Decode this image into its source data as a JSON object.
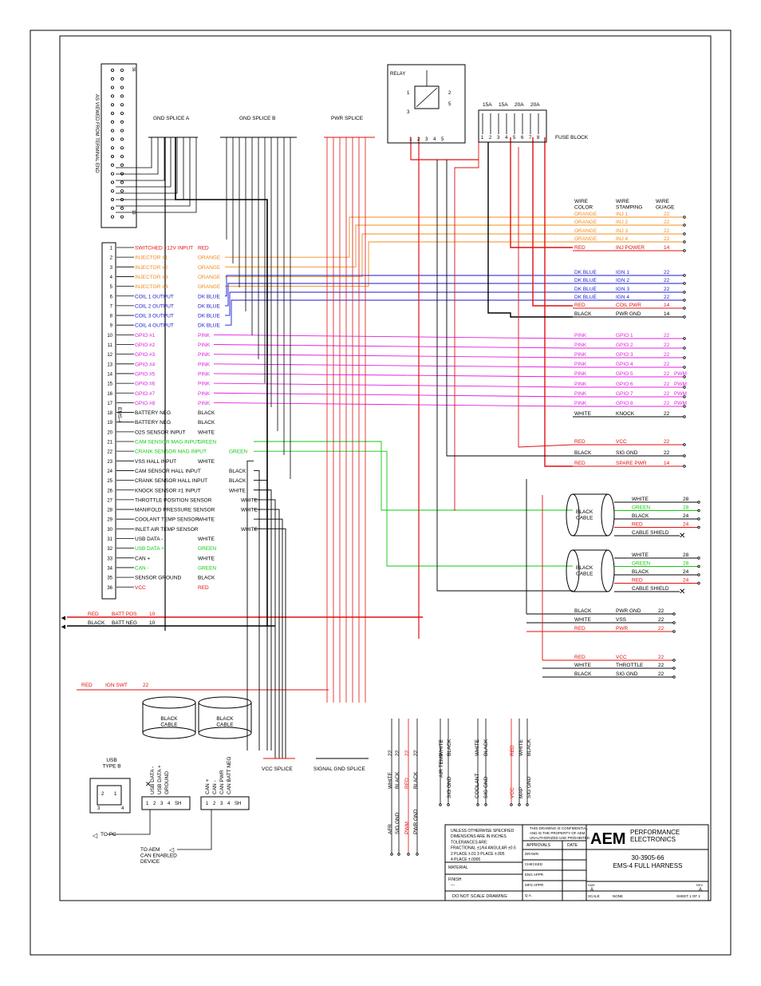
{
  "colors": {
    "orange": "#f08c1e",
    "blue": "#1a1ad0",
    "red": "#e01010",
    "pink": "#e020e0",
    "green": "#10c810",
    "black": "#000000"
  },
  "connector": {
    "label": "AS VIEWED FROM TERMINAL END",
    "left_pins": [
      "1",
      "2",
      "3",
      "4",
      "5",
      "6",
      "7",
      "8",
      "9",
      "10",
      "11",
      "12",
      "13",
      "14",
      "15",
      "16",
      "17",
      "18"
    ],
    "right_pins": [
      "19",
      "20",
      "21",
      "22",
      "23",
      "24",
      "25",
      "26",
      "27",
      "28",
      "29",
      "30",
      "31",
      "32",
      "33",
      "34",
      "35",
      "36"
    ]
  },
  "splices": {
    "gnd_a": "GND SPLICE A",
    "gnd_b": "GND SPLICE B",
    "pwr": "PWR SPLICE",
    "vcc": "VCC SPLICE",
    "signal_gnd": "SIGNAL GND SPLICE"
  },
  "relay": {
    "label": "RELAY",
    "pins": [
      "1",
      "2",
      "3",
      "4",
      "5"
    ],
    "coil_pins": [
      "1",
      "2",
      "3",
      "5"
    ]
  },
  "fuse_block": {
    "label": "FUSE BLOCK",
    "ratings": [
      "15A",
      "15A",
      "20A",
      "20A"
    ],
    "pins": [
      "1",
      "2",
      "3",
      "4",
      "5",
      "6",
      "7",
      "8"
    ]
  },
  "ems_label": "EMS-4",
  "ems_pins": [
    {
      "pin": "1",
      "name": "SWITCHED +12V INPUT",
      "color": "RED",
      "c": "red"
    },
    {
      "pin": "2",
      "name": "INJECTOR #1",
      "color": "ORANGE",
      "c": "orange"
    },
    {
      "pin": "3",
      "name": "INJECTOR #2",
      "color": "ORANGE",
      "c": "orange"
    },
    {
      "pin": "4",
      "name": "INJECTOR #3",
      "color": "ORANGE",
      "c": "orange"
    },
    {
      "pin": "5",
      "name": "INJECTOR #4",
      "color": "ORANGE",
      "c": "orange"
    },
    {
      "pin": "6",
      "name": "COIL 1 OUTPUT",
      "color": "DK BLUE",
      "c": "blue"
    },
    {
      "pin": "7",
      "name": "COIL 2 OUTPUT",
      "color": "DK BLUE",
      "c": "blue"
    },
    {
      "pin": "8",
      "name": "COIL 3 OUTPUT",
      "color": "DK BLUE",
      "c": "blue"
    },
    {
      "pin": "9",
      "name": "COIL 4 OUTPUT",
      "color": "DK BLUE",
      "c": "blue"
    },
    {
      "pin": "10",
      "name": "GPIO #1",
      "color": "PINK",
      "c": "pink"
    },
    {
      "pin": "11",
      "name": "GPIO #2",
      "color": "PINK",
      "c": "pink"
    },
    {
      "pin": "12",
      "name": "GPIO #3",
      "color": "PINK",
      "c": "pink"
    },
    {
      "pin": "13",
      "name": "GPIO #4",
      "color": "PINK",
      "c": "pink"
    },
    {
      "pin": "14",
      "name": "GPIO #5",
      "color": "PINK",
      "c": "pink"
    },
    {
      "pin": "15",
      "name": "GPIO #6",
      "color": "PINK",
      "c": "pink"
    },
    {
      "pin": "16",
      "name": "GPIO #7",
      "color": "PINK",
      "c": "pink"
    },
    {
      "pin": "17",
      "name": "GPIO #8",
      "color": "PINK",
      "c": "pink"
    },
    {
      "pin": "18",
      "name": "BATTERY NEG",
      "color": "BLACK",
      "c": "black"
    },
    {
      "pin": "19",
      "name": "BATTERY NEG",
      "color": "BLACK",
      "c": "black"
    },
    {
      "pin": "20",
      "name": "O2S SENSOR INPUT",
      "color": "WHITE",
      "c": "black"
    },
    {
      "pin": "21",
      "name": "CAM SENSOR MAG INPUT",
      "color": "GREEN",
      "c": "green"
    },
    {
      "pin": "22",
      "name": "CRANK SENSOR MAG INPUT",
      "color": "GREEN",
      "c": "green"
    },
    {
      "pin": "23",
      "name": "VSS HALL INPUT",
      "color": "WHITE",
      "c": "black"
    },
    {
      "pin": "24",
      "name": "CAM SENSOR HALL INPUT",
      "color": "BLACK",
      "c": "black"
    },
    {
      "pin": "25",
      "name": "CRANK SENSOR HALL INPUT",
      "color": "BLACK",
      "c": "black"
    },
    {
      "pin": "26",
      "name": "KNOCK SENSOR #1 INPUT",
      "color": "WHITE",
      "c": "black"
    },
    {
      "pin": "27",
      "name": "THROTTLE POSITION SENSOR",
      "color": "WHITE",
      "c": "black"
    },
    {
      "pin": "28",
      "name": "MANIFOLD PRESSURE SENSOR",
      "color": "WHITE",
      "c": "black"
    },
    {
      "pin": "29",
      "name": "COOLANT TEMP SENSOR",
      "color": "WHITE",
      "c": "black"
    },
    {
      "pin": "30",
      "name": "INLET AIR TEMP SENSOR",
      "color": "WHITE",
      "c": "black"
    },
    {
      "pin": "31",
      "name": "USB DATA -",
      "color": "WHITE",
      "c": "black"
    },
    {
      "pin": "32",
      "name": "USB DATA +",
      "color": "GREEN",
      "c": "green"
    },
    {
      "pin": "33",
      "name": "CAN +",
      "color": "WHITE",
      "c": "black"
    },
    {
      "pin": "34",
      "name": "CAN -",
      "color": "GREEN",
      "c": "green"
    },
    {
      "pin": "35",
      "name": "SENSOR GROUND",
      "color": "BLACK",
      "c": "black"
    },
    {
      "pin": "36",
      "name": "VCC",
      "color": "RED",
      "c": "red"
    }
  ],
  "wire_table": {
    "headers": [
      "WIRE\nCOLOR",
      "WIRE\nSTAMPING",
      "WIRE\nGUAGE"
    ],
    "rows": [
      {
        "color": "ORANGE",
        "stamp": "INJ 1",
        "gauge": "22",
        "c": "orange"
      },
      {
        "color": "ORANGE",
        "stamp": "INJ 2",
        "gauge": "22",
        "c": "orange"
      },
      {
        "color": "ORANGE",
        "stamp": "INJ 3",
        "gauge": "22",
        "c": "orange"
      },
      {
        "color": "ORANGE",
        "stamp": "INJ 4",
        "gauge": "22",
        "c": "orange"
      },
      {
        "color": "RED",
        "stamp": "INJ POWER",
        "gauge": "14",
        "c": "red"
      },
      {
        "color": "DK BLUE",
        "stamp": "IGN 1",
        "gauge": "22",
        "c": "blue"
      },
      {
        "color": "DK BLUE",
        "stamp": "IGN 2",
        "gauge": "22",
        "c": "blue"
      },
      {
        "color": "DK BLUE",
        "stamp": "IGN 3",
        "gauge": "22",
        "c": "blue"
      },
      {
        "color": "DK BLUE",
        "stamp": "IGN 4",
        "gauge": "22",
        "c": "blue"
      },
      {
        "color": "RED",
        "stamp": "COIL PWR",
        "gauge": "14",
        "c": "red"
      },
      {
        "color": "BLACK",
        "stamp": "PWR GND",
        "gauge": "14",
        "c": "black"
      },
      {
        "color": "PINK",
        "stamp": "GPIO 1",
        "gauge": "22",
        "c": "pink"
      },
      {
        "color": "PINK",
        "stamp": "GPIO 2",
        "gauge": "22",
        "c": "pink"
      },
      {
        "color": "PINK",
        "stamp": "GPIO 3",
        "gauge": "22",
        "c": "pink"
      },
      {
        "color": "PINK",
        "stamp": "GPIO 4",
        "gauge": "22",
        "c": "pink"
      },
      {
        "color": "PINK",
        "stamp": "GPIO 5",
        "gauge": "22",
        "pwm": "PWM",
        "c": "pink"
      },
      {
        "color": "PINK",
        "stamp": "GPIO 6",
        "gauge": "22",
        "pwm": "PWM",
        "c": "pink"
      },
      {
        "color": "PINK",
        "stamp": "GPIO 7",
        "gauge": "22",
        "pwm": "PWM",
        "c": "pink"
      },
      {
        "color": "PINK",
        "stamp": "GPIO 8",
        "gauge": "22",
        "pwm": "PWM",
        "c": "pink"
      },
      {
        "color": "WHITE",
        "stamp": "KNOCK",
        "gauge": "22",
        "c": "black"
      }
    ]
  },
  "vcc_group": [
    {
      "color": "RED",
      "stamp": "VCC",
      "gauge": "22",
      "c": "red"
    },
    {
      "color": "BLACK",
      "stamp": "SIG GND",
      "gauge": "22",
      "c": "black"
    },
    {
      "color": "RED",
      "stamp": "SPARE PWR",
      "gauge": "14",
      "c": "red"
    }
  ],
  "cable1": {
    "label": "BLACK\nCABLE",
    "rows": [
      {
        "name": "WHITE",
        "gauge": "28",
        "c": "black"
      },
      {
        "name": "GREEN",
        "gauge": "28",
        "c": "green"
      },
      {
        "name": "BLACK",
        "gauge": "24",
        "c": "black"
      },
      {
        "name": "RED",
        "gauge": "24",
        "c": "red"
      },
      {
        "name": "CABLE SHIELD",
        "gauge": "",
        "c": "black"
      }
    ]
  },
  "cable2": {
    "label": "BLACK\nCABLE",
    "rows": [
      {
        "name": "WHITE",
        "gauge": "28",
        "c": "black"
      },
      {
        "name": "GREEN",
        "gauge": "28",
        "c": "green"
      },
      {
        "name": "BLACK",
        "gauge": "24",
        "c": "black"
      },
      {
        "name": "RED",
        "gauge": "24",
        "c": "red"
      },
      {
        "name": "CABLE SHIELD",
        "gauge": "",
        "c": "black"
      }
    ]
  },
  "vss_group": [
    {
      "color": "BLACK",
      "stamp": "PWR GND",
      "gauge": "22",
      "c": "black"
    },
    {
      "color": "WHITE",
      "stamp": "VSS",
      "gauge": "22",
      "c": "black"
    },
    {
      "color": "RED",
      "stamp": "PWR",
      "gauge": "22",
      "c": "red"
    }
  ],
  "tps_group": [
    {
      "color": "RED",
      "stamp": "VCC",
      "gauge": "22",
      "c": "red"
    },
    {
      "color": "WHITE",
      "stamp": "THROTTLE",
      "gauge": "22",
      "c": "black"
    },
    {
      "color": "BLACK",
      "stamp": "SIG GND",
      "gauge": "22",
      "c": "black"
    }
  ],
  "battery": [
    {
      "color": "RED",
      "stamp": "BATT POS",
      "gauge": "10",
      "c": "red"
    },
    {
      "color": "BLACK",
      "stamp": "BATT NEG",
      "gauge": "10",
      "c": "black"
    }
  ],
  "ign_swt": {
    "color": "RED",
    "stamp": "IGN SWT",
    "gauge": "22"
  },
  "bottom_cables": {
    "left": "BLACK\nCABLE",
    "right": "BLACK\nCABLE"
  },
  "usb": {
    "title": "USB\nTYPE B",
    "pins": [
      "2",
      "1",
      "3",
      "4"
    ],
    "labels": [
      "USB DATA -",
      "USB DATA +",
      "GROUND"
    ],
    "to_pc": "TO PC"
  },
  "usb_terms": [
    "1",
    "2",
    "3",
    "4",
    "SH"
  ],
  "can": {
    "labels": [
      "CAN +",
      "CAN -",
      "CAN PWR",
      "CAN BATT NEG"
    ],
    "device": "TO AEM\nCAN ENABLED\nDEVICE"
  },
  "can_terms": [
    "1",
    "2",
    "3",
    "4",
    "SH"
  ],
  "bottom_labels": [
    {
      "text": "22",
      "c": "black"
    },
    {
      "text": "WHITE",
      "c": "black"
    },
    {
      "text": "AFR",
      "c": "black"
    },
    {
      "text": "22",
      "c": "black"
    },
    {
      "text": "BLACK",
      "c": "black"
    },
    {
      "text": "SIG GND",
      "c": "black"
    },
    {
      "text": "22",
      "c": "red"
    },
    {
      "text": "RED",
      "c": "red"
    },
    {
      "text": "PWM",
      "c": "red"
    },
    {
      "text": "22",
      "c": "black"
    },
    {
      "text": "BLACK",
      "c": "black"
    },
    {
      "text": "PWR GND",
      "c": "black"
    },
    {
      "text": "AIR TEMP",
      "c": "black"
    },
    {
      "text": "WHITE",
      "c": "black"
    },
    {
      "text": "SIG GND",
      "c": "black"
    },
    {
      "text": "BLACK",
      "c": "black"
    },
    {
      "text": "COOLANT",
      "c": "black"
    },
    {
      "text": "WHITE",
      "c": "black"
    },
    {
      "text": "SIG GND",
      "c": "black"
    },
    {
      "text": "BLACK",
      "c": "black"
    },
    {
      "text": "VCC",
      "c": "red"
    },
    {
      "text": "RED",
      "c": "red"
    },
    {
      "text": "MAP",
      "c": "black"
    },
    {
      "text": "WHITE",
      "c": "black"
    },
    {
      "text": "SIG GND",
      "c": "black"
    },
    {
      "text": "BLACK",
      "c": "black"
    }
  ],
  "title_block": {
    "notes": [
      "UNLESS OTHERWISE SPECIFIED",
      "DIMENSIONS ARE IN INCHES",
      "TOLERANCES ARE:",
      "FRACTIONAL ±1/64 ANGULAR ±0.5",
      "2 PLACE ±.01  3 PLACE ±.005",
      "4 PLACE ±.0005"
    ],
    "material": "MATERIAL",
    "finish": "FINISH",
    "finish_val": "---",
    "donot": "DO NOT SCALE DRAWING",
    "confidential": [
      "THIS DRAWING IS CONFIDENTIAL",
      "AND IS THE PROPERTY OF AEM",
      "UNAUTHORIZED USE PROHIBITED"
    ],
    "approvals": "APPROVALS",
    "date": "DATE",
    "drawn": "DRAWN",
    "checked": "CHECKED",
    "eng": "ENG APPR",
    "mfg": "MFG APPR",
    "qa": "Q.A.",
    "company": "AEM",
    "company_sub": "PERFORMANCE\nELECTRONICS",
    "part_no": "30-3905-66",
    "title": "EMS-4 FULL HARNESS",
    "size": "SIZE",
    "size_val": "A",
    "rev": "REV",
    "rev_val": "A",
    "scale": "SCALE",
    "scale_val": "NONE",
    "sheet": "SHEET 1 OF 1"
  }
}
